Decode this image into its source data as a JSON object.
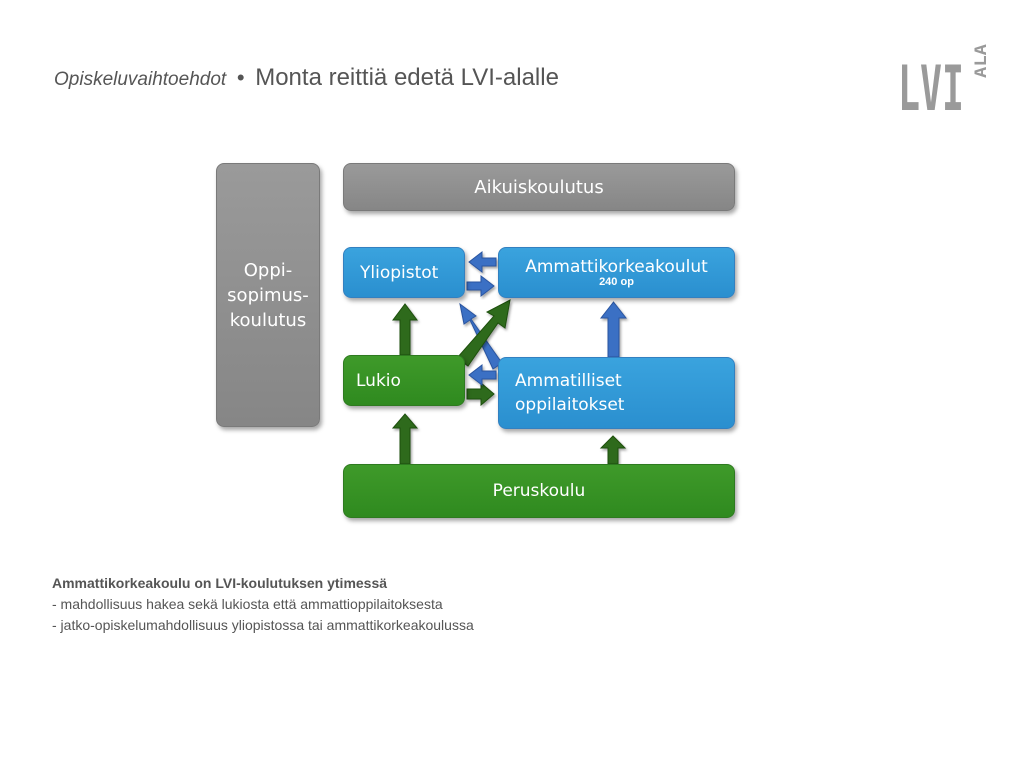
{
  "header": {
    "subject": "Opiskeluvaihtoehdot",
    "separator": "•",
    "title": "Monta reittiä edetä LVI-alalle"
  },
  "logo": {
    "text": "LVI",
    "suffix": "ALA"
  },
  "diagram": {
    "nodes": {
      "apprenticeship": "Oppi-\nsopimus-\nkoulutus",
      "adult_education": "Aikuiskoulutus",
      "universities": "Yliopistot",
      "universities_of_applied_sciences": "Ammattikorkeakoulut",
      "uas_credits": "240 op",
      "upper_secondary": "Lukio",
      "vocational_institutions": "Ammatilliset\noppilaitokset",
      "comprehensive_school": "Peruskoulu"
    },
    "colors": {
      "grey": "#8f8f8f",
      "blue": "#2f97d6",
      "green": "#358f23",
      "arrow_blue": "#3b6fc4",
      "arrow_green": "#2f6a1a"
    }
  },
  "caption": {
    "heading": "Ammattikorkeakoulu on LVI-koulutuksen ytimessä",
    "lines": [
      "- mahdollisuus hakea sekä lukiosta että ammattioppilaitoksesta",
      "- jatko-opiskelumahdollisuus yliopistossa tai ammattikorkeakoulussa"
    ]
  }
}
